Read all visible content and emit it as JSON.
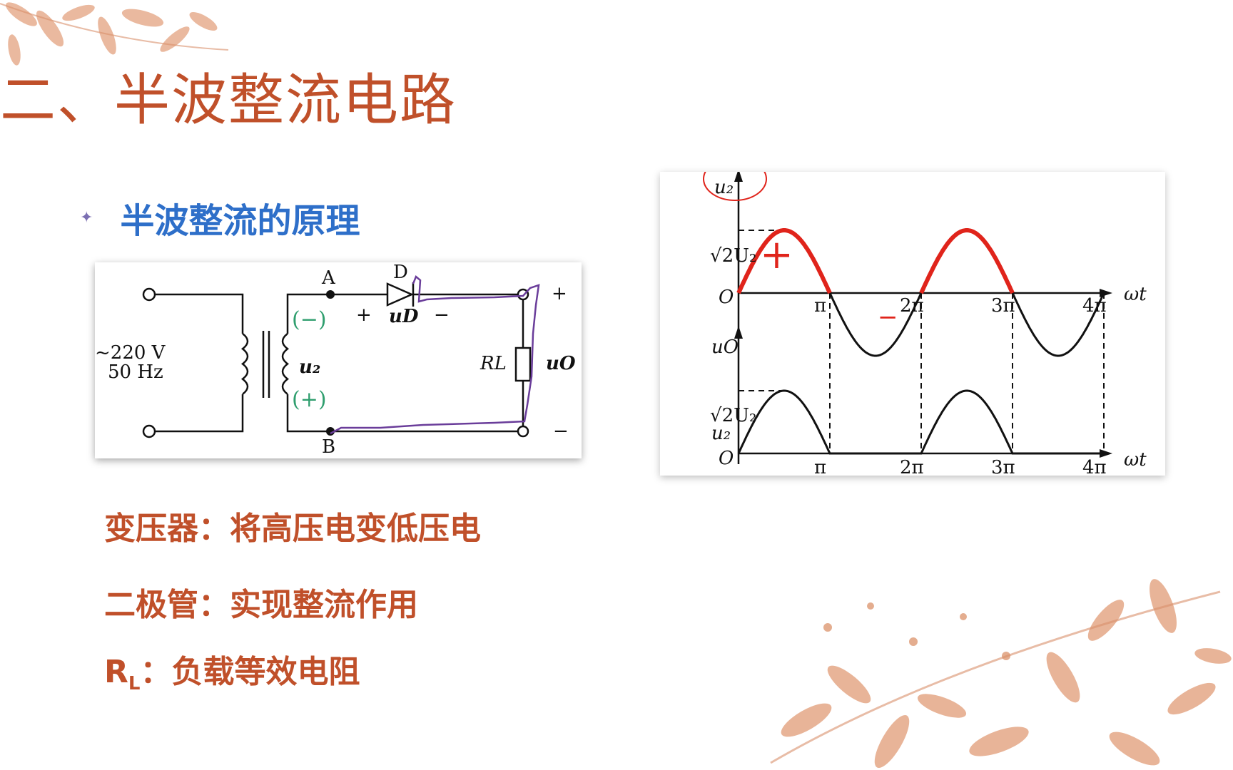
{
  "slide": {
    "title": "二、半波整流电路",
    "subtitle": "半波整流的原理",
    "bullet_icon": "star-bullet-icon"
  },
  "circuit": {
    "source_voltage": "~220 V",
    "source_freq": "50 Hz",
    "node_a": "A",
    "node_b": "B",
    "diode_label": "D",
    "u2_label": "u₂",
    "minus_mark": "(−)",
    "plus_mark": "(+)",
    "ud_plus": "+",
    "ud_label": "uD",
    "ud_minus": "−",
    "rl_label": "RL",
    "uo_label": "uO",
    "out_plus": "+",
    "out_minus": "−"
  },
  "chart_data": {
    "type": "line",
    "panels": [
      {
        "ylabel": "u₂",
        "ytick": "√2U₂",
        "origin": "O",
        "xlabel": "ωt",
        "xticks": [
          "π",
          "2π",
          "3π",
          "4π"
        ],
        "x_range": [
          0,
          4
        ],
        "x_unit": "π",
        "y_range": [
          -1,
          1
        ],
        "series": [
          {
            "values_at_half_pi": [
              0,
              1,
              0,
              -1,
              0,
              1,
              0,
              -1,
              0
            ]
          }
        ],
        "annotations": [
          "+",
          "−"
        ]
      },
      {
        "ylabel": "uO",
        "ytick": "√2U₂",
        "ytick2": "u₂",
        "origin": "O",
        "xlabel": "ωt",
        "xticks": [
          "π",
          "2π",
          "3π",
          "4π"
        ],
        "x_range": [
          0,
          4
        ],
        "x_unit": "π",
        "y_range": [
          0,
          1
        ],
        "series": [
          {
            "values_at_half_pi": [
              0,
              1,
              0,
              0,
              0,
              1,
              0,
              0,
              0
            ]
          }
        ]
      }
    ],
    "colors": {
      "highlight": "#e0241b",
      "curve": "#111111",
      "pen": "#6a3d9a"
    }
  },
  "descriptions": {
    "transformer": "变压器：将高压电变低压电",
    "diode": "二极管：实现整流作用",
    "rl_prefix": "R",
    "rl_sub": "L",
    "rl_text": "：负载等效电阻"
  }
}
